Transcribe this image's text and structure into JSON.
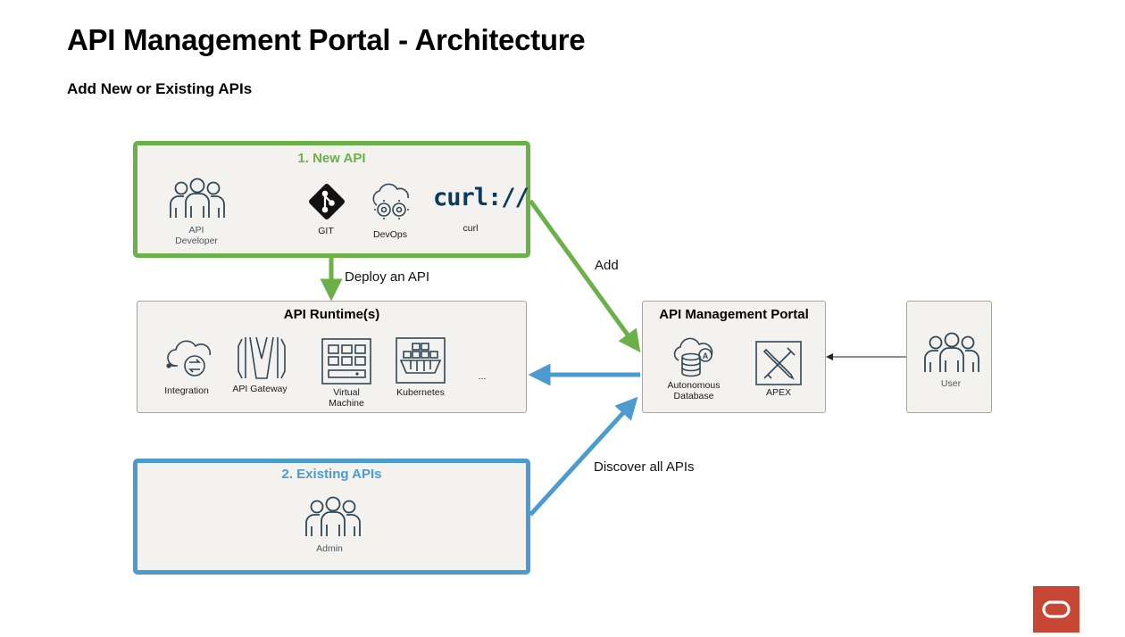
{
  "title": "API Management Portal - Architecture",
  "subtitle": "Add New or Existing APIs",
  "new_api": {
    "title": "1. New API",
    "developer_label_line1": "API",
    "developer_label_line2": "Developer",
    "git_label": "GIT",
    "devops_label": "DevOps",
    "curl_logo": "curl://",
    "curl_label": "curl"
  },
  "runtimes": {
    "title": "API Runtime(s)",
    "integration_label": "Integration",
    "gateway_label": "API Gateway",
    "vm_label_line1": "Virtual",
    "vm_label_line2": "Machine",
    "kubernetes_label": "Kubernetes",
    "ellipsis": "..."
  },
  "portal": {
    "title": "API Management Portal",
    "adb_label_line1": "Autonomous",
    "adb_label_line2": "Database",
    "apex_label": "APEX"
  },
  "user": {
    "label": "User"
  },
  "existing_apis": {
    "title": "2. Existing APIs",
    "admin_label": "Admin"
  },
  "edges": {
    "deploy_label": "Deploy an API",
    "add_label": "Add",
    "discover_label": "Discover all APIs"
  },
  "colors": {
    "new_api": "#6cb04a",
    "existing_api": "#4b9bd1",
    "icon": "#2f4858",
    "oracle_red": "#c74634"
  }
}
